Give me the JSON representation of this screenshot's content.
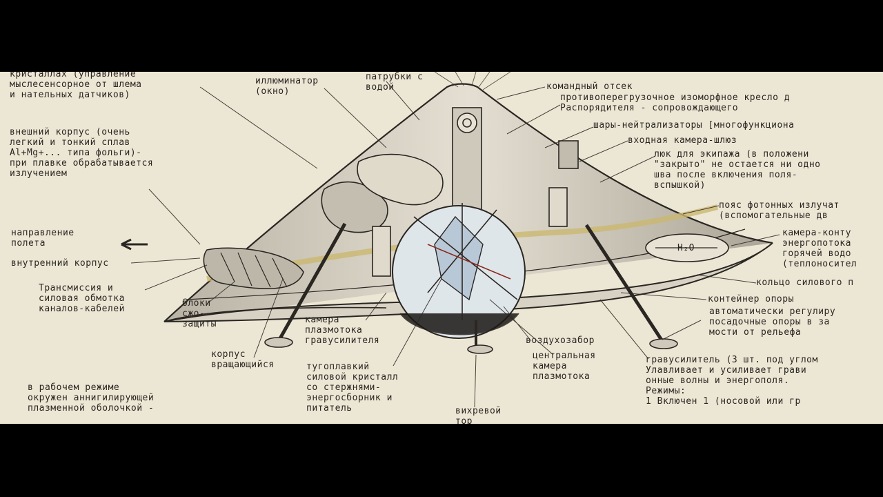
{
  "labels": {
    "kristally": [
      "кристаллах (управление",
      "мыслесенсорное от шлема",
      "и нательных датчиков)"
    ],
    "illuminator": [
      "иллюминатор",
      "(окно)"
    ],
    "patrubki": [
      "патрубки с",
      "водой"
    ],
    "komandny": [
      "командный отсек"
    ],
    "kreslo": [
      "противоперегрузочное изоморфное кресло д",
      "Распорядителя - сопровождающего"
    ],
    "shary": [
      "шары-нейтрализаторы [многофункциона"
    ],
    "kamera_shlyuz": [
      "входная камера-шлюз"
    ],
    "lyuk": [
      "люк для экипажа (в положени",
      "\"закрыто\" не остается ни одно",
      "шва после включения поля-",
      "вспышкой)"
    ],
    "korpus": [
      "внешний корпус (очень",
      "легкий и тонкий сплав",
      "Al+Mg+... типа фольги)-",
      "при плавке обрабатывается",
      "излучением"
    ],
    "poyas": [
      "пояс фотонных излучат",
      "(вспомогательные дв"
    ],
    "napravlenie": [
      "направление",
      "полета"
    ],
    "kamera_kontur": [
      "камера-конту",
      "энергопотока",
      "горячей водо",
      "(теплоносител"
    ],
    "h2o": [
      "H₂O"
    ],
    "vnutrenny": [
      "внутренний корпус"
    ],
    "koltso": [
      "кольцо силового п"
    ],
    "transmissiya": [
      "Трансмиссия и",
      "силовая обмотка",
      "каналов-кабелей"
    ],
    "bloki": [
      "блоки",
      "сжо-",
      "защиты"
    ],
    "konteyner": [
      "контейнер опоры"
    ],
    "avtomaticheski": [
      "автоматически регулиру",
      "посадочные опоры в за",
      "мости от рельефа"
    ],
    "kamera_plazmo": [
      "камера",
      "плазмотока",
      "гравусилителя"
    ],
    "vozduhozabor": [
      "воздухозабор"
    ],
    "korpus_vrash": [
      "корпус",
      "вращающийся"
    ],
    "gravusilitel": [
      "гравусилитель (3 шт. под углом",
      "Улавливает и усиливает грави",
      "онные волны и энергополя.",
      "Режимы:",
      "1 Включен 1 (носовой или гр"
    ],
    "tugoplavky": [
      "тугоплавкий",
      "силовой кристалл",
      "со стержнями-",
      "энергосборник и",
      "питатель"
    ],
    "centralnaya": [
      "центральная",
      "камера",
      "плазмотока"
    ],
    "rabochem": [
      "в рабочем режиме",
      "окружен аннигилирующей",
      "плазменной оболочкой -"
    ],
    "vihrevoy": [
      "вихревой",
      "тор"
    ]
  }
}
